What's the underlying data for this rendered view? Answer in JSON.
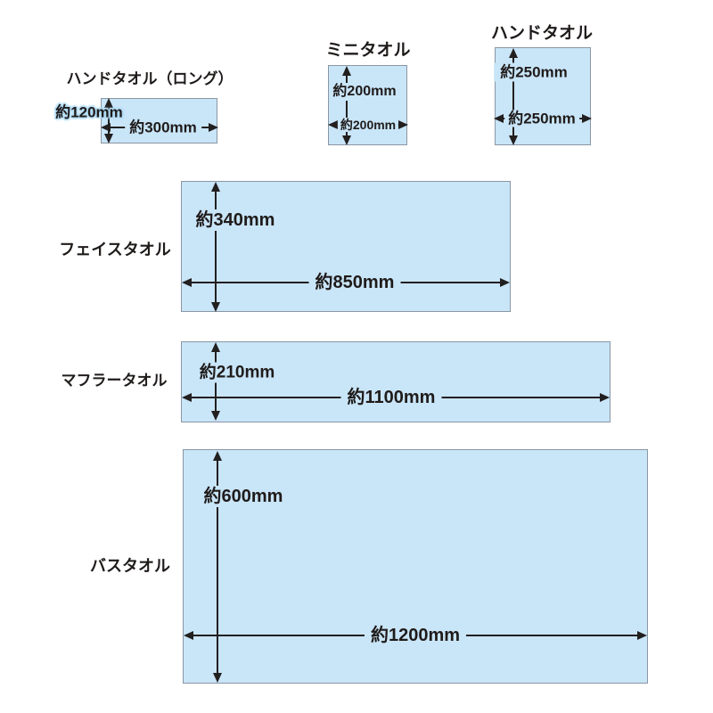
{
  "diagram": {
    "subject": "towel-size-guide",
    "background_color": "#ffffff",
    "towel_fill_color": "#c9e5f8",
    "towel_border_color": "#8a96a3",
    "dimension_ink_color": "#221f1f",
    "highlight_halo_color": "#aed9f3"
  },
  "towels": [
    {
      "id": "hand-towel-long",
      "name": "ハンドタオル（ロング）",
      "height_label": "約120mm",
      "width_label": "約300mm",
      "height_mm": 120,
      "width_mm": 300
    },
    {
      "id": "mini-towel",
      "name": "ミニタオル",
      "height_label": "約200mm",
      "width_label": "約200mm",
      "height_mm": 200,
      "width_mm": 200
    },
    {
      "id": "hand-towel",
      "name": "ハンドタオル",
      "height_label": "約250mm",
      "width_label": "約250mm",
      "height_mm": 250,
      "width_mm": 250
    },
    {
      "id": "face-towel",
      "name": "フェイスタオル",
      "height_label": "約340mm",
      "width_label": "約850mm",
      "height_mm": 340,
      "width_mm": 850
    },
    {
      "id": "muffler-towel",
      "name": "マフラータオル",
      "height_label": "約210mm",
      "width_label": "約1100mm",
      "height_mm": 210,
      "width_mm": 1100
    },
    {
      "id": "bath-towel",
      "name": "バスタオル",
      "height_label": "約600mm",
      "width_label": "約1200mm",
      "height_mm": 600,
      "width_mm": 1200
    }
  ]
}
